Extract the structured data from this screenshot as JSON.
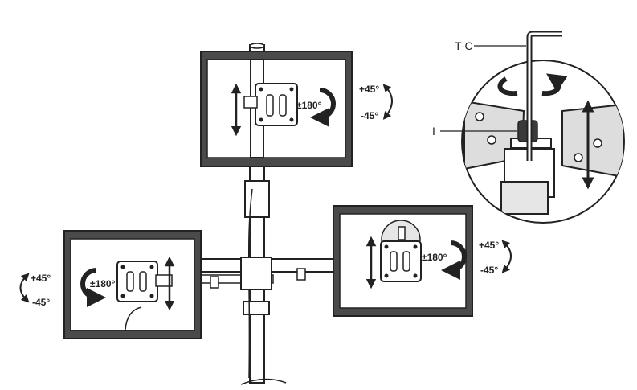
{
  "top_monitor": {
    "rotation_label": "±180°",
    "tilt_up_label": "+45°",
    "tilt_down_label": "-45°"
  },
  "left_monitor": {
    "rotation_label": "±180°",
    "tilt_up_label": "+45°",
    "tilt_down_label": "-45°"
  },
  "right_monitor": {
    "rotation_label": "±180°",
    "tilt_up_label": "+45°",
    "tilt_down_label": "-45°"
  },
  "callouts": {
    "tool_label": "T-C",
    "part_label": "I"
  },
  "colors": {
    "line": "#222222",
    "frame_fill": "#4a4a4a",
    "screen_fill": "#ffffff",
    "detail_fill": "#e6e6e6"
  },
  "icons": [
    "rotate-arrow-icon",
    "tilt-arc-arrow-icon",
    "height-adjust-arrow-icon",
    "hex-key-icon",
    "vesa-bracket-icon"
  ]
}
